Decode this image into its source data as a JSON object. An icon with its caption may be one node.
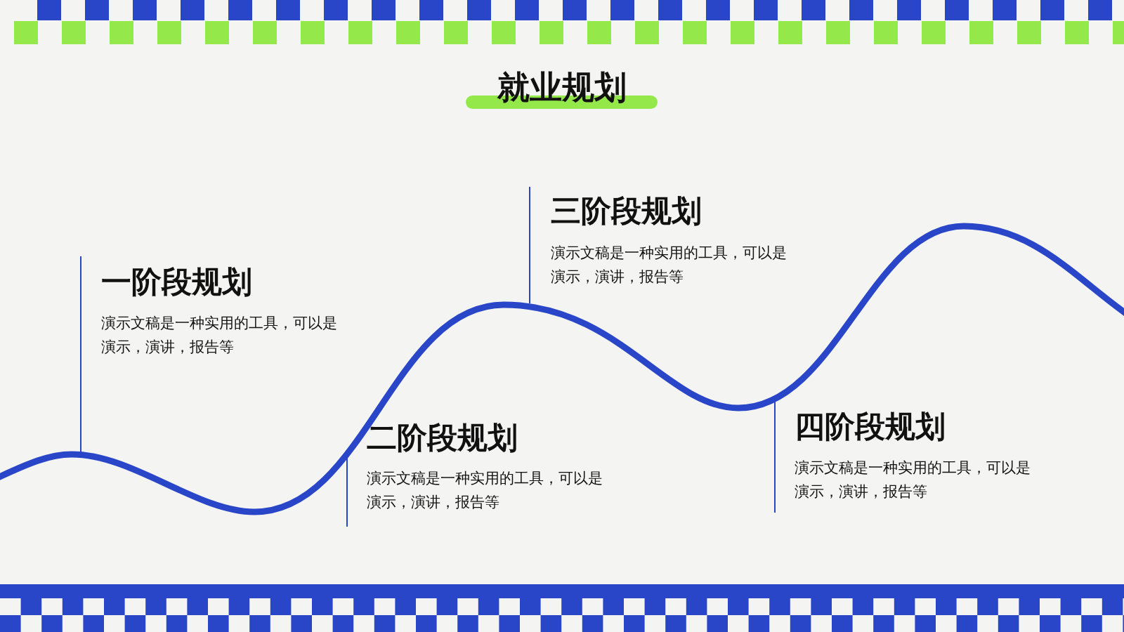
{
  "diagram": {
    "title": "就业规划",
    "labels": [
      "一阶段规划",
      "演示文稿是一种实用的工具，可以是演示，演讲，报告等",
      "二阶段规划",
      "演示文稿是一种实用的工具，可以是演示，演讲，报告等",
      "三阶段规划",
      "演示文稿是一种实用的工具，可以是演示，演讲，报告等",
      "四阶段规划",
      "演示文稿是一种实用的工具，可以是演示，演讲，报告等"
    ]
  }
}
